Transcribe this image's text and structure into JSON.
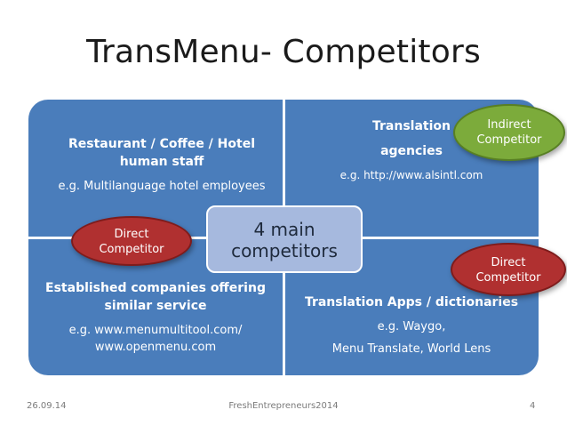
{
  "slide": {
    "title": "TransMenu- Competitors",
    "center": {
      "line1": "4 main",
      "line2": "competitors"
    },
    "cells": [
      {
        "head": "Restaurant / Coffee / Hotel human staff",
        "example": "e.g. Multilanguage hotel employees"
      },
      {
        "head": "Translation",
        "head2": "agencies",
        "example": "e.g. http://www.alsintl.com"
      },
      {
        "head": "Established companies offering similar service",
        "example": "e.g. www.menumultitool.com/ www.openmenu.com"
      },
      {
        "head": "Translation Apps / dictionaries",
        "example": "e.g. Waygo,",
        "example2": "Menu Translate, World Lens"
      }
    ],
    "badges": [
      {
        "line1": "Direct",
        "line2": "Competitor",
        "color": "#b03030"
      },
      {
        "line1": "Indirect",
        "line2": "Competitor",
        "color": "#7cab3b"
      },
      {
        "line1": "Direct",
        "line2": "Competitor",
        "color": "#b03030"
      }
    ],
    "footer": {
      "date": "26.09.14",
      "center": "FreshEntrepreneurs2014",
      "page": "4"
    }
  }
}
